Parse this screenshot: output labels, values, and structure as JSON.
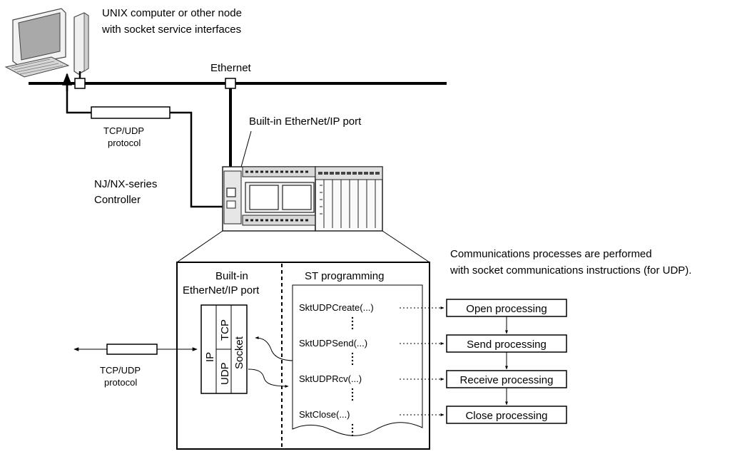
{
  "labels": {
    "unix_node_line1": "UNIX computer or other node",
    "unix_node_line2": "with socket service interfaces",
    "ethernet": "Ethernet",
    "builtin_port": "Built-in EtherNet/IP port",
    "tcp_udp_top_line1": "TCP/UDP",
    "tcp_udp_top_line2": "protocol",
    "controller_line1": "NJ/NX-series",
    "controller_line2": "Controller",
    "comm_note_line1": "Communications processes are performed",
    "comm_note_line2": "with socket communications instructions (for UDP).",
    "detail_port_line1": "Built-in",
    "detail_port_line2": "EtherNet/IP port",
    "st_programming": "ST programming",
    "tcp_udp_bottom_line1": "TCP/UDP",
    "tcp_udp_bottom_line2": "protocol"
  },
  "stack": {
    "ip": "IP",
    "tcp": "TCP",
    "udp": "UDP",
    "socket": "Socket"
  },
  "instructions": [
    {
      "code": "SktUDPCreate(...)",
      "process": "Open processing"
    },
    {
      "code": "SktUDPSend(...)",
      "process": "Send processing"
    },
    {
      "code": "SktUDPRcv(...)",
      "process": "Receive processing"
    },
    {
      "code": "SktClose(...)",
      "process": "Close processing"
    }
  ]
}
